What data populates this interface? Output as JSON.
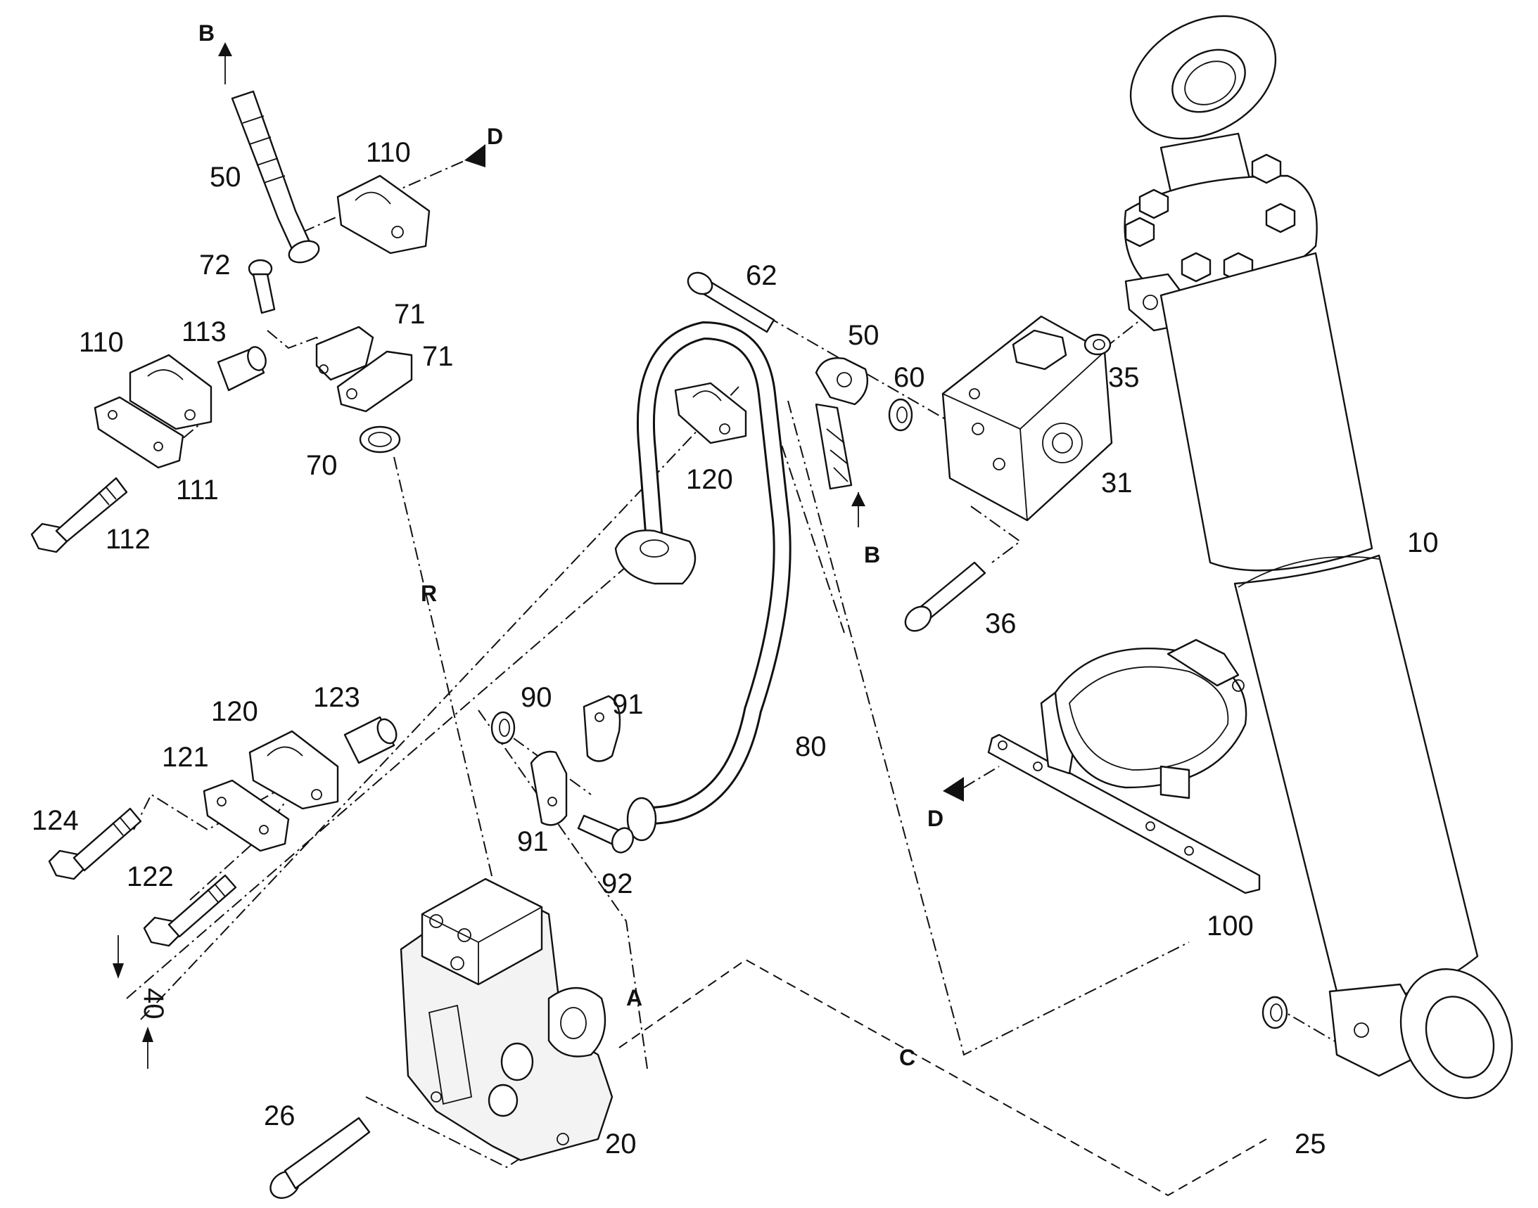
{
  "labels": {
    "p10": "10",
    "p20": "20",
    "p25": "25",
    "p26": "26",
    "p31": "31",
    "p35": "35",
    "p36": "36",
    "p50a": "50",
    "p50b": "50",
    "p60": "60",
    "p62": "62",
    "p70": "70",
    "p71a": "71",
    "p71b": "71",
    "p72": "72",
    "p80": "80",
    "p90": "90",
    "p91a": "91",
    "p91b": "91",
    "p92": "92",
    "p100": "100",
    "p110a": "110",
    "p110b": "110",
    "p111": "111",
    "p112": "112",
    "p113": "113",
    "p120a": "120",
    "p120b": "120",
    "p121": "121",
    "p122": "122",
    "p123": "123",
    "p124": "124",
    "dim40": "40"
  },
  "connectors": {
    "B_top": "B",
    "B_mid": "B",
    "D_top": "D",
    "D_mid": "D",
    "R": "R",
    "A": "A",
    "C": "C"
  },
  "colors": {
    "line": "#111111",
    "background": "#ffffff"
  }
}
